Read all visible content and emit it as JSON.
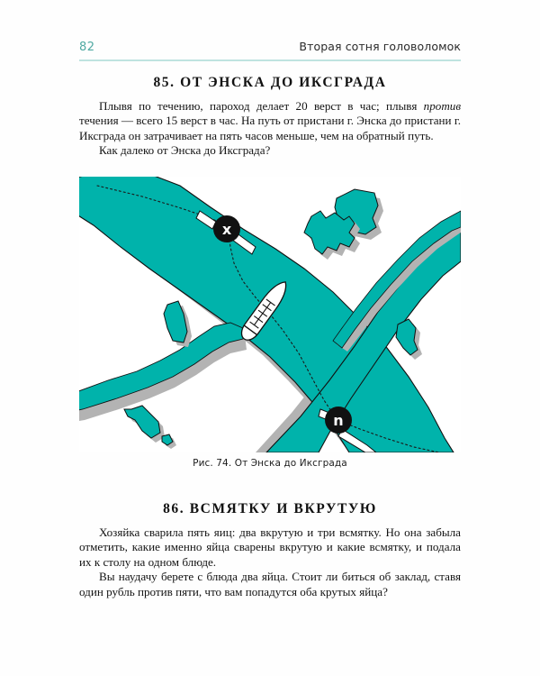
{
  "page": {
    "folio": "82",
    "running_head": "Вторая сотня головоломок",
    "background": "#fefefe",
    "rule_color": "#bfe3e0",
    "folio_color": "#4fa9a2"
  },
  "sections": [
    {
      "id": "85",
      "heading": "85. ОТ ЭНСКА ДО ИКСГРАДА",
      "paragraphs": [
        "Плывя по течению, пароход делает 20 верст в час; плывя против течения — всего 15 верст в час. На путь от пристани г. Энска до пристани г. Иксграда он затрачивает на пять часов меньше, чем на обратный путь.",
        "Как далеко от Энска до Иксграда?"
      ]
    },
    {
      "id": "86",
      "heading": "86. ВСМЯТКУ И ВКРУТУЮ",
      "paragraphs": [
        "Хозяйка сварила пять яиц: два вкрутую и три всмятку. Но она забыла отметить, какие именно яйца сварены вкрутую и какие всмятку, и подала их к столу на одном блюде.",
        "Вы наудачу берете с блюда два яйца. Стоит ли биться об заклад, ставя один рубль против пяти, что вам попадутся оба крутых яйца?"
      ]
    }
  ],
  "figure": {
    "caption": "Рис. 74. От Энска до Иксграда",
    "map": {
      "water_color": "#00b3ab",
      "shore_color": "#b3b3b3",
      "land_color": "#ffffff",
      "outline_color": "#111111",
      "route_color": "#1a1a1a",
      "marker_fill": "#111111",
      "marker_text_color": "#ffffff",
      "vessel_fill": "#ffffff",
      "vessel_outline": "#111111",
      "markers": [
        {
          "label": "x",
          "name": "city-marker-x"
        },
        {
          "label": "n",
          "name": "city-marker-n"
        }
      ],
      "vessel_name": "steamship",
      "route_style": "dotted"
    }
  }
}
